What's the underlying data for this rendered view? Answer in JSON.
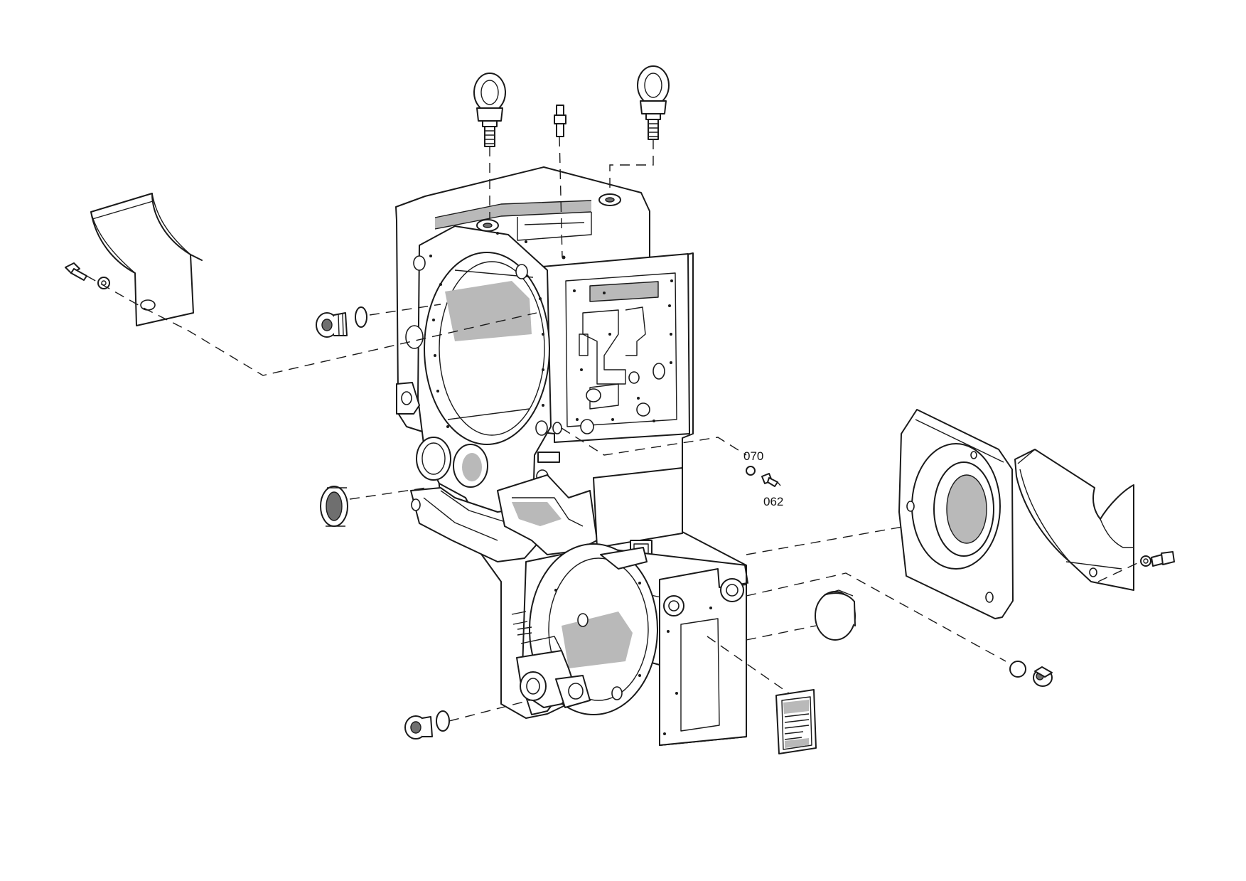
{
  "diagram": {
    "callouts": [
      {
        "id": "callout-070",
        "text": "070"
      },
      {
        "id": "callout-062",
        "text": "062"
      }
    ]
  }
}
